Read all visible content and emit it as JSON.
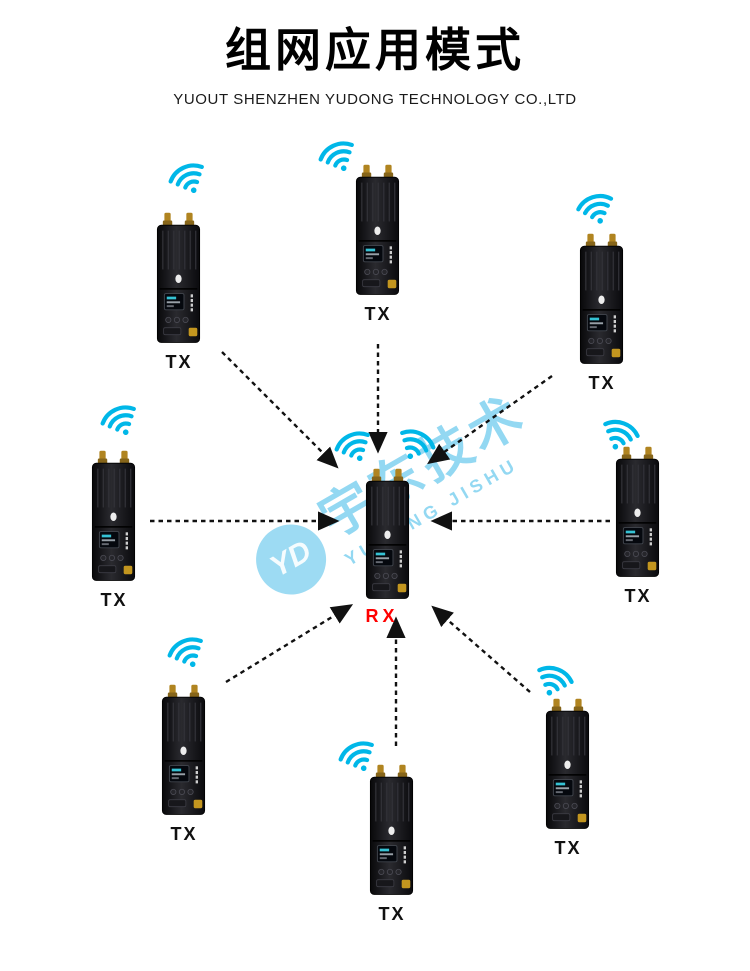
{
  "page": {
    "title": "组网应用模式",
    "subtitle": "YUOUT SHENZHEN YUDONG TECHNOLOGY CO.,LTD"
  },
  "watermark": {
    "logo_monogram": "YD",
    "text_cn": "宇东技术",
    "text_en": "YUDONG JISHU",
    "color": "#3BB8E8"
  },
  "colors": {
    "wifi_icon": "#00B7E8",
    "tx_label": "#111111",
    "rx_label": "#FF0000",
    "arrow": "#111111",
    "background": "#FFFFFF"
  },
  "diagram": {
    "nodes": [
      {
        "id": "tx-top-left",
        "label": "TX",
        "role": "transmitter"
      },
      {
        "id": "tx-top-center",
        "label": "TX",
        "role": "transmitter"
      },
      {
        "id": "tx-top-right",
        "label": "TX",
        "role": "transmitter"
      },
      {
        "id": "tx-mid-left",
        "label": "TX",
        "role": "transmitter"
      },
      {
        "id": "tx-mid-right",
        "label": "TX",
        "role": "transmitter"
      },
      {
        "id": "tx-bottom-left",
        "label": "TX",
        "role": "transmitter"
      },
      {
        "id": "tx-bottom-right",
        "label": "TX",
        "role": "transmitter"
      },
      {
        "id": "tx-bottom-center",
        "label": "TX",
        "role": "transmitter"
      },
      {
        "id": "rx-center",
        "label": "RX",
        "role": "receiver"
      }
    ]
  }
}
